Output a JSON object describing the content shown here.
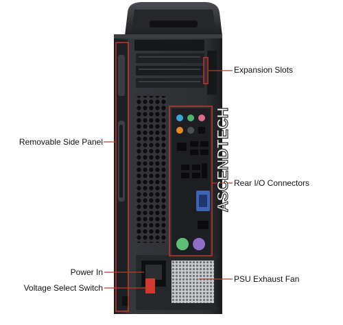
{
  "callouts": {
    "expansion_slots": "Expansion Slots",
    "removable_side_panel": "Removable Side Panel",
    "rear_io": "Rear I/O Connectors",
    "power_in": "Power In",
    "psu_fan": "PSU Exhaust Fan",
    "voltage_switch": "Voltage Select Switch"
  },
  "watermark": "ASCENDTECH",
  "colors": {
    "case_body": "#2b2d31",
    "case_dark": "#17181a",
    "callout_line": "#c0392b",
    "audio_blue": "#3aa6d8",
    "audio_green": "#49b86a",
    "audio_pink": "#e16a8c",
    "audio_orange": "#e08a2c",
    "ps2_green": "#5fbf77",
    "ps2_purple": "#8e6fc4",
    "vga_blue": "#3f64b5",
    "voltage_switch_red": "#d03a2e"
  }
}
